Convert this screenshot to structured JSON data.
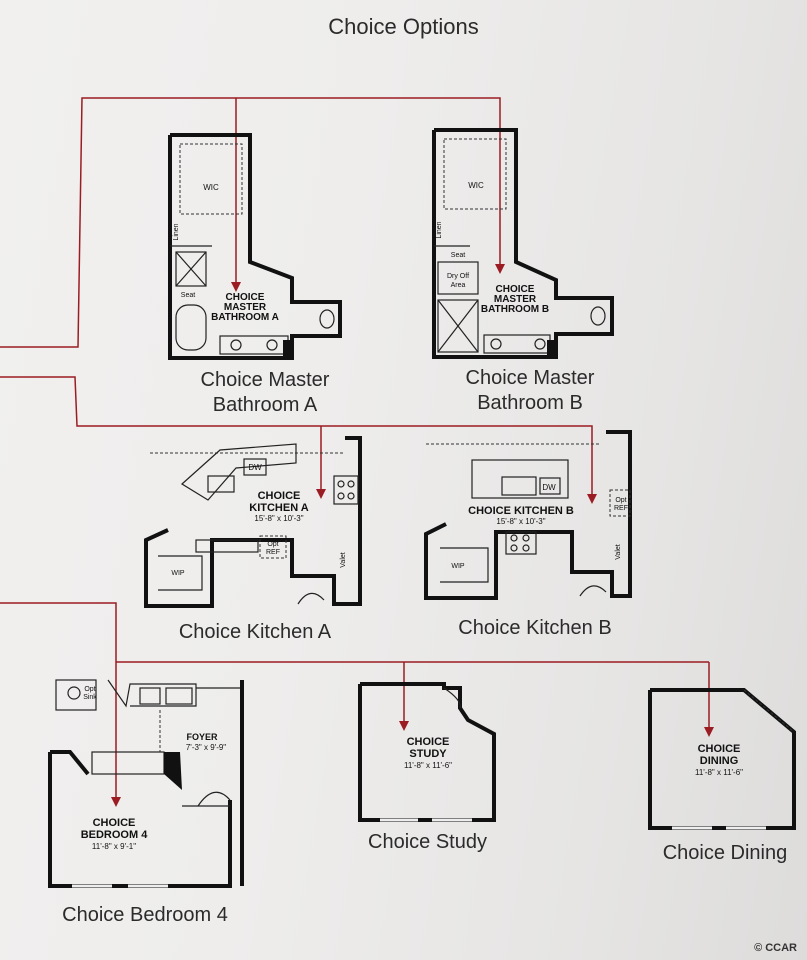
{
  "header": {
    "title": "Choice Options"
  },
  "captions": {
    "bath_a": "Choice Master\nBathroom A",
    "bath_b": "Choice Master\nBathroom B",
    "kitchen_a": "Choice Kitchen A",
    "kitchen_b": "Choice Kitchen B",
    "bedroom4": "Choice Bedroom 4",
    "study": "Choice Study",
    "dining": "Choice Dining"
  },
  "plans": {
    "bath_a": {
      "title_1": "CHOICE",
      "title_2": "MASTER",
      "title_3": "BATHROOM A",
      "wic": "WIC",
      "linen": "Linen",
      "seat": "Seat"
    },
    "bath_b": {
      "title_1": "CHOICE",
      "title_2": "MASTER",
      "title_3": "BATHROOM B",
      "wic": "WIC",
      "linen": "Linen",
      "seat": "Seat",
      "dryoff_1": "Dry Off",
      "dryoff_2": "Area"
    },
    "kitchen_a": {
      "title_1": "CHOICE",
      "title_2": "KITCHEN A",
      "dims": "15'-8\" x 10'-3\"",
      "dw": "DW",
      "opt_1": "Opt",
      "opt_2": "REF",
      "wip": "WIP",
      "valet": "Valet"
    },
    "kitchen_b": {
      "title_1": "CHOICE KITCHEN B",
      "dims": "15'-8\" x 10'-3\"",
      "dw": "DW",
      "opt_1": "Opt",
      "opt_2": "REF",
      "wip": "WIP",
      "valet": "Valet"
    },
    "bedroom4": {
      "title_1": "CHOICE",
      "title_2": "BEDROOM 4",
      "dims": "11'-8\" x 9'-1\"",
      "foyer": "FOYER",
      "foyer_dims": "7'-3\" x 9'-9\"",
      "opt_1": "Opt",
      "opt_2": "Sink"
    },
    "study": {
      "title_1": "CHOICE",
      "title_2": "STUDY",
      "dims": "11'-8\" x 11'-6\""
    },
    "dining": {
      "title_1": "CHOICE",
      "title_2": "DINING",
      "dims": "11'-8\" x 11'-6\""
    }
  },
  "watermark": "© CCAR",
  "colors": {
    "connector": "#9b1c22",
    "wall": "#111111",
    "paper": "#eeedec"
  }
}
